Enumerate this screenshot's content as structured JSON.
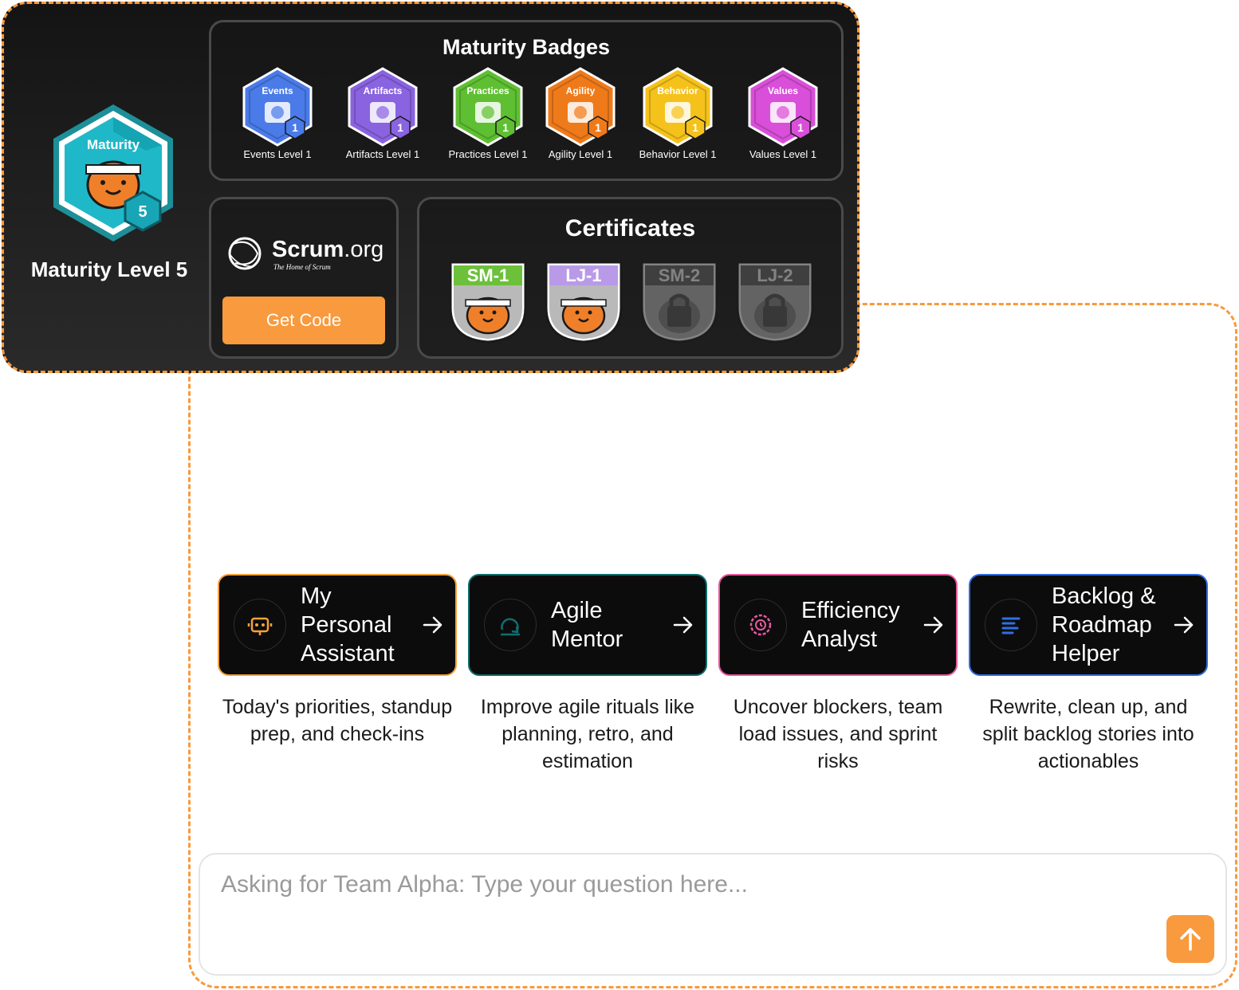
{
  "profile": {
    "badge_label": "Maturity",
    "badge_level": "5",
    "level_text": "Maturity Level 5"
  },
  "badges": {
    "title": "Maturity Badges",
    "items": [
      {
        "label": "Events",
        "level": "1",
        "caption": "Events Level 1",
        "color": "#4a7be8",
        "icon": "calendar-icon"
      },
      {
        "label": "Artifacts",
        "level": "1",
        "caption": "Artifacts Level 1",
        "color": "#8a63e0",
        "icon": "trophy-icon"
      },
      {
        "label": "Practices",
        "level": "1",
        "caption": "Practices Level 1",
        "color": "#5fbf32",
        "icon": "hands-icon"
      },
      {
        "label": "Agility",
        "level": "1",
        "caption": "Agility Level 1",
        "color": "#ef7a1a",
        "icon": "loop-icon"
      },
      {
        "label": "Behavior",
        "level": "1",
        "caption": "Behavior Level 1",
        "color": "#f5c21b",
        "icon": "person-icon"
      },
      {
        "label": "Values",
        "level": "1",
        "caption": "Values Level 1",
        "color": "#d94fd9",
        "icon": "diamond-icon"
      }
    ]
  },
  "scrum": {
    "brand": "Scrum",
    "brand_suffix": ".org",
    "tagline": "The Home of Scrum",
    "button_label": "Get Code"
  },
  "certificates": {
    "title": "Certificates",
    "items": [
      {
        "label": "SM-1",
        "locked": false,
        "color": "#6cc03a"
      },
      {
        "label": "LJ-1",
        "locked": false,
        "color": "#b89ae8"
      },
      {
        "label": "SM-2",
        "locked": true,
        "color": "#6a6a6a"
      },
      {
        "label": "LJ-2",
        "locked": true,
        "color": "#6a6a6a"
      }
    ]
  },
  "assistants": [
    {
      "title": "My Personal Assistant",
      "desc": "Today's priorities, standup prep, and check-ins",
      "color": "#f5a13b",
      "icon": "robot-icon"
    },
    {
      "title": "Agile Mentor",
      "desc": "Improve agile rituals like planning, retro, and estimation",
      "color": "#0f6e6e",
      "icon": "sprint-icon"
    },
    {
      "title": "Efficiency Analyst",
      "desc": "Uncover blockers, team load issues, and sprint risks",
      "color": "#e85aa0",
      "icon": "gear-clock-icon"
    },
    {
      "title": "Backlog & Roadmap Helper",
      "desc": "Rewrite, clean up, and split backlog stories into actionables",
      "color": "#2f6fe0",
      "icon": "list-icon"
    }
  ],
  "ask": {
    "placeholder": "Asking for Team Alpha: Type your question here..."
  },
  "colors": {
    "accent": "#f89a3d",
    "panel": "#1f1f1f"
  }
}
